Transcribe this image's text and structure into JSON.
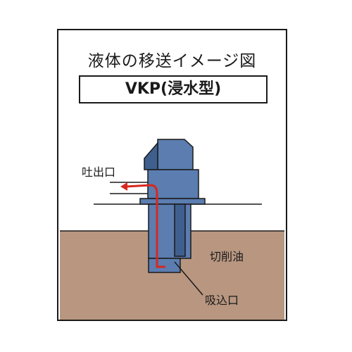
{
  "title": "液体の移送イメージ図",
  "model": "VKP(浸水型)",
  "labels": {
    "outlet": "吐出口",
    "cutting_oil": "切削油",
    "inlet": "吸込口"
  },
  "colors": {
    "pump_body": "#5b7db0",
    "pump_dark": "#3f5f8e",
    "oil": "#b89680",
    "flow_arrow": "#d6281f",
    "line": "#1a1a1a"
  }
}
